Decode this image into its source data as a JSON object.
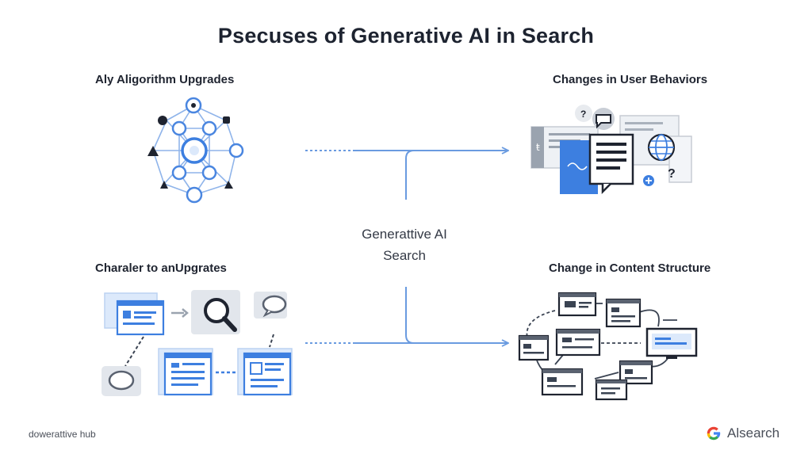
{
  "title": "Psecuses of Generative AI in Search",
  "center": {
    "line1": "Generattive AI",
    "line2": "Search"
  },
  "quadrants": {
    "top_left": {
      "label": "Aly Aligorithm Upgrades"
    },
    "top_right": {
      "label": "Changes in User Behaviors"
    },
    "bottom_left": {
      "label": "Charaler to anUpgrates"
    },
    "bottom_right": {
      "label": "Change in Content Structure"
    }
  },
  "footer": {
    "left": "dowerattive hub",
    "right": "Alsearch"
  },
  "colors": {
    "accent": "#3d7fe0",
    "connector": "#6a9be0",
    "node_stroke": "#4a86e0",
    "node_fill": "#dce9fb",
    "dark": "#1f2430",
    "google_blue": "#4285F4",
    "google_red": "#EA4335",
    "google_yellow": "#FBBC05",
    "google_green": "#34A853"
  }
}
